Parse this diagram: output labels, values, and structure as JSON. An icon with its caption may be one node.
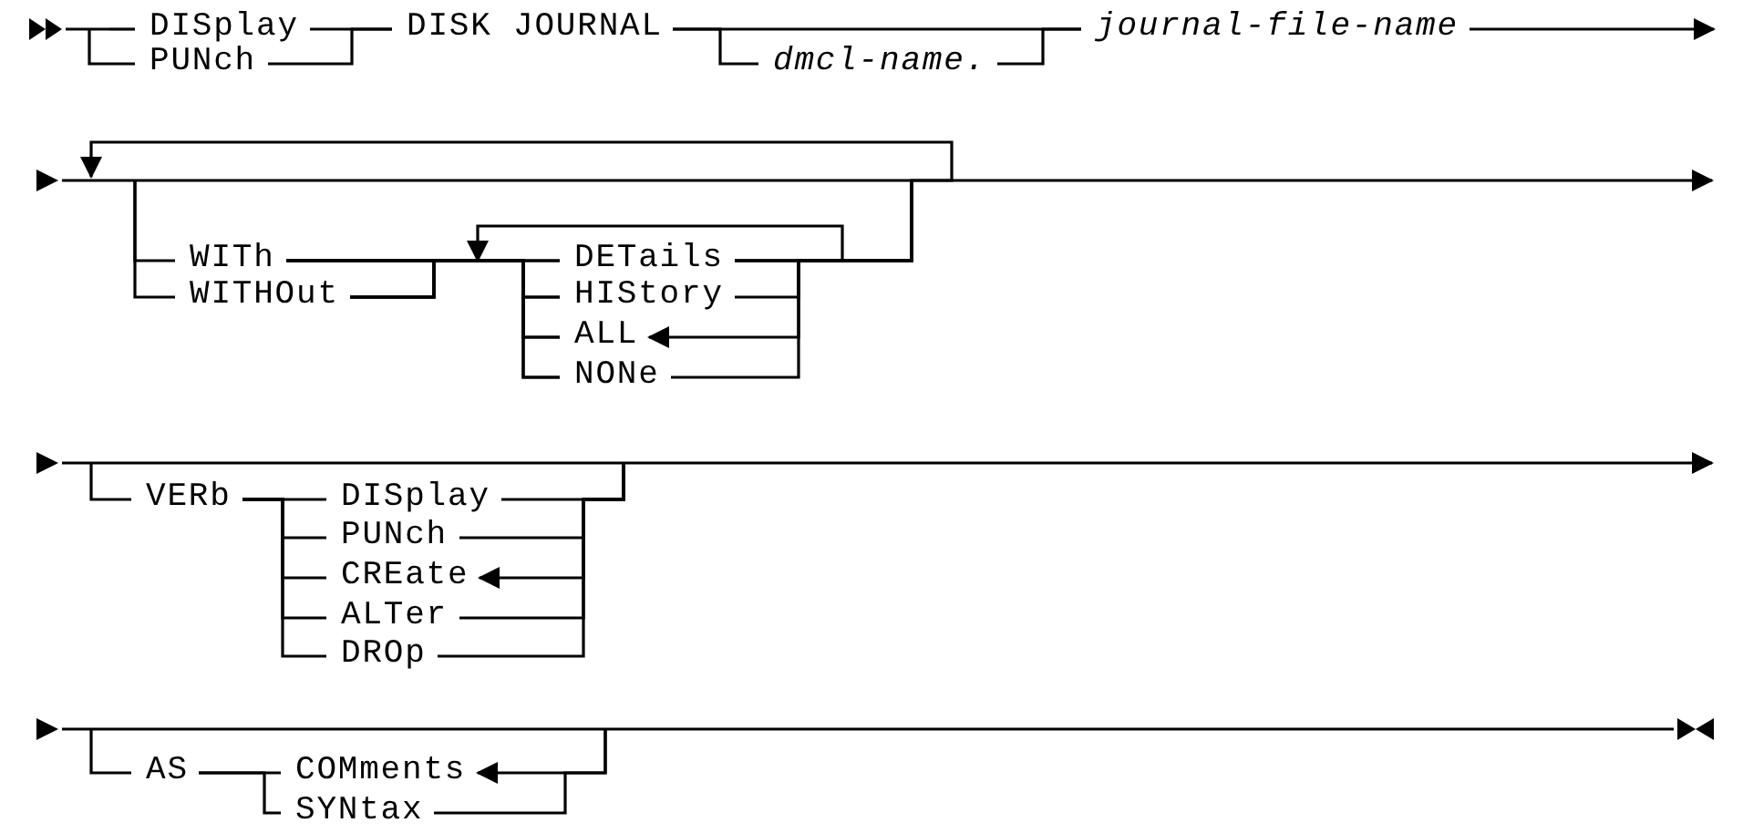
{
  "diagram": {
    "nodes": [
      {
        "text": [
          "DISplay"
        ]
      },
      {
        "text": [
          "PUNch"
        ]
      },
      {
        "text": [
          "DISK JOURNAL"
        ]
      },
      {
        "text": [
          "dmcl-name."
        ]
      },
      {
        "text": [
          "journal-file-name"
        ]
      },
      {
        "text": [
          "WITh"
        ]
      },
      {
        "text": [
          "WITHOut"
        ]
      },
      {
        "text": [
          "DETails"
        ]
      },
      {
        "text": [
          "HIStory"
        ]
      },
      {
        "text": [
          "ALL"
        ]
      },
      {
        "text": [
          "NONe"
        ]
      },
      {
        "text": [
          "VERb"
        ]
      },
      {
        "text": [
          "DISplay"
        ]
      },
      {
        "text": [
          "PUNch"
        ]
      },
      {
        "text": [
          "CREate"
        ]
      },
      {
        "text": [
          "ALTer"
        ]
      },
      {
        "text": [
          "DROp"
        ]
      },
      {
        "text": [
          "AS"
        ]
      },
      {
        "text": [
          "COMments"
        ]
      },
      {
        "text": [
          "SYNtax"
        ]
      }
    ],
    "edges": [
      {
        "from": null,
        "to": 0,
        "arrow": "none"
      },
      {
        "from": null,
        "to": 1,
        "arrow": "none"
      },
      {
        "from": 0,
        "to": 2,
        "arrow": "none"
      },
      {
        "from": 1,
        "to": 2,
        "arrow": "none"
      },
      {
        "from": 2,
        "to": 4,
        "arrow": "none"
      },
      {
        "from": 2,
        "to": 3,
        "arrow": "none"
      },
      {
        "from": 3,
        "to": 4,
        "arrow": "none"
      },
      {
        "from": 4,
        "to": null,
        "arrow": "to"
      },
      {
        "from": null,
        "to": 5,
        "arrow": "none"
      },
      {
        "from": null,
        "to": 6,
        "arrow": "none"
      },
      {
        "from": 5,
        "to": 7,
        "arrow": "none"
      },
      {
        "from": 5,
        "to": 8,
        "arrow": "none"
      },
      {
        "from": 5,
        "to": 9,
        "arrow": "none"
      },
      {
        "from": 5,
        "to": 10,
        "arrow": "none"
      },
      {
        "from": 6,
        "to": 7,
        "arrow": "none"
      },
      {
        "from": 6,
        "to": 8,
        "arrow": "none"
      },
      {
        "from": 6,
        "to": 9,
        "arrow": "none"
      },
      {
        "from": 6,
        "to": 10,
        "arrow": "none"
      },
      {
        "from": 7,
        "to": null,
        "arrow": "none"
      },
      {
        "from": 8,
        "to": null,
        "arrow": "none"
      },
      {
        "from": null,
        "to": 9,
        "arrow": "to"
      },
      {
        "from": 10,
        "to": null,
        "arrow": "none"
      },
      {
        "from": 7,
        "to": null,
        "arrow": "to"
      },
      {
        "from": 7,
        "to": null,
        "arrow": "to"
      },
      {
        "from": null,
        "to": 11,
        "arrow": "none"
      },
      {
        "from": 11,
        "to": 12,
        "arrow": "none"
      },
      {
        "from": 11,
        "to": 13,
        "arrow": "none"
      },
      {
        "from": 11,
        "to": 14,
        "arrow": "none"
      },
      {
        "from": 11,
        "to": 15,
        "arrow": "none"
      },
      {
        "from": 11,
        "to": 16,
        "arrow": "none"
      },
      {
        "from": 12,
        "to": null,
        "arrow": "none"
      },
      {
        "from": 13,
        "to": null,
        "arrow": "none"
      },
      {
        "from": null,
        "to": 14,
        "arrow": "to"
      },
      {
        "from": 15,
        "to": null,
        "arrow": "none"
      },
      {
        "from": 16,
        "to": null,
        "arrow": "none"
      },
      {
        "from": null,
        "to": 17,
        "arrow": "none"
      },
      {
        "from": 17,
        "to": 18,
        "arrow": "none"
      },
      {
        "from": 17,
        "to": 19,
        "arrow": "none"
      },
      {
        "from": null,
        "to": 18,
        "arrow": "to"
      },
      {
        "from": 19,
        "to": null,
        "arrow": "none"
      }
    ]
  }
}
